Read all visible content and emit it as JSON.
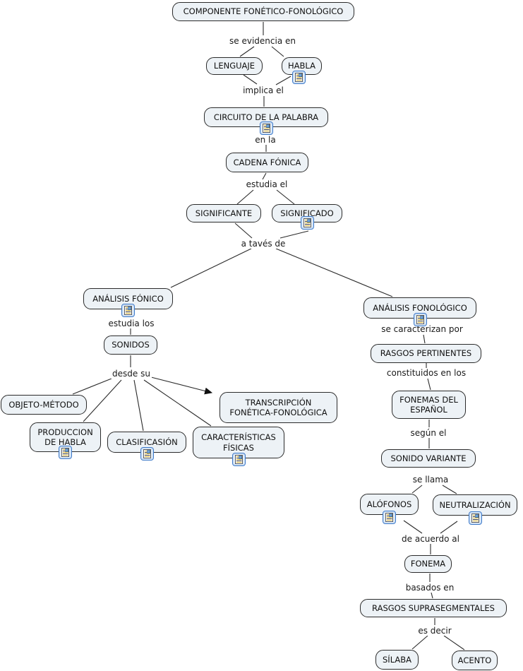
{
  "diagram_title": "COMPONENTE FONÉTICO-FONOLÓGICO",
  "colors": {
    "background": "#ffffff",
    "node_fill": "#edf2f6",
    "node_border": "#2b2b2b",
    "connector_line": "#2a2a2a",
    "resource_icon_border": "#3c78c8"
  },
  "nodes": {
    "componente": {
      "label": "COMPONENTE FONÉTICO-FONOLÓGICO"
    },
    "lenguaje": {
      "label": "LENGUAJE"
    },
    "habla": {
      "label": "HABLA"
    },
    "circuito": {
      "label": "CIRCUITO DE LA PALABRA"
    },
    "cadena": {
      "label": "CADENA FÓNICA"
    },
    "significante": {
      "label": "SIGNIFICANTE"
    },
    "significado": {
      "label": "SIGNIFICADO"
    },
    "analisis_fonico": {
      "label": "ANÁLISIS FÓNICO"
    },
    "sonidos": {
      "label": "SONIDOS"
    },
    "objeto_metodo": {
      "label": "OBJETO-MÉTODO"
    },
    "produccion_habla": {
      "label": "PRODUCCION\nDE HABLA"
    },
    "clasificasion": {
      "label": "CLASIFICASIÓN"
    },
    "caracteristicas_fisicas": {
      "label": "CARACTERÍSTICAS\nFÍSICAS"
    },
    "transcripcion": {
      "label": "TRANSCRIPCIÓN\nFONÉTICA-FONOLÓGICA"
    },
    "analisis_fonologico": {
      "label": "ANÁLISIS FONOLÓGICO"
    },
    "rasgos_pertinentes": {
      "label": "RASGOS PERTINENTES"
    },
    "fonemas_espanol": {
      "label": "FONEMAS DEL\nESPAÑOL"
    },
    "sonido_variante": {
      "label": "SONIDO VARIANTE"
    },
    "alofonos": {
      "label": "ALÓFONOS"
    },
    "neutralizacion": {
      "label": "NEUTRALIZACIÓN"
    },
    "fonema": {
      "label": "FONEMA"
    },
    "rasgos_suprasegmentales": {
      "label": "RASGOS SUPRASEGMENTALES"
    },
    "silaba": {
      "label": "SÍLABA"
    },
    "acento": {
      "label": "ACENTO"
    }
  },
  "linking_phrases": {
    "se_evidencia_en": "se evidencia en",
    "implica_el": "implica el",
    "en_la": "en la",
    "estudia_el": "estudia el",
    "a_taves_de": "a tavés de",
    "estudia_los": "estudia los",
    "desde_su": "desde su",
    "se_caracterizan_por": "se caracterizan por",
    "constituidos_en_los": "constituidos en los",
    "segun_el": "según el",
    "se_llama": "se llama",
    "de_acuerdo_al": "de acuerdo al",
    "basados_en": "basados en",
    "es_decir": "es decir"
  },
  "icons": {
    "resource_icon_name": "document-resource-icon",
    "nodes_with_resource_icon": [
      "habla",
      "circuito",
      "significado",
      "analisis_fonico",
      "produccion_habla",
      "clasificasion",
      "caracteristicas_fisicas",
      "analisis_fonologico",
      "alofonos",
      "neutralizacion"
    ]
  }
}
